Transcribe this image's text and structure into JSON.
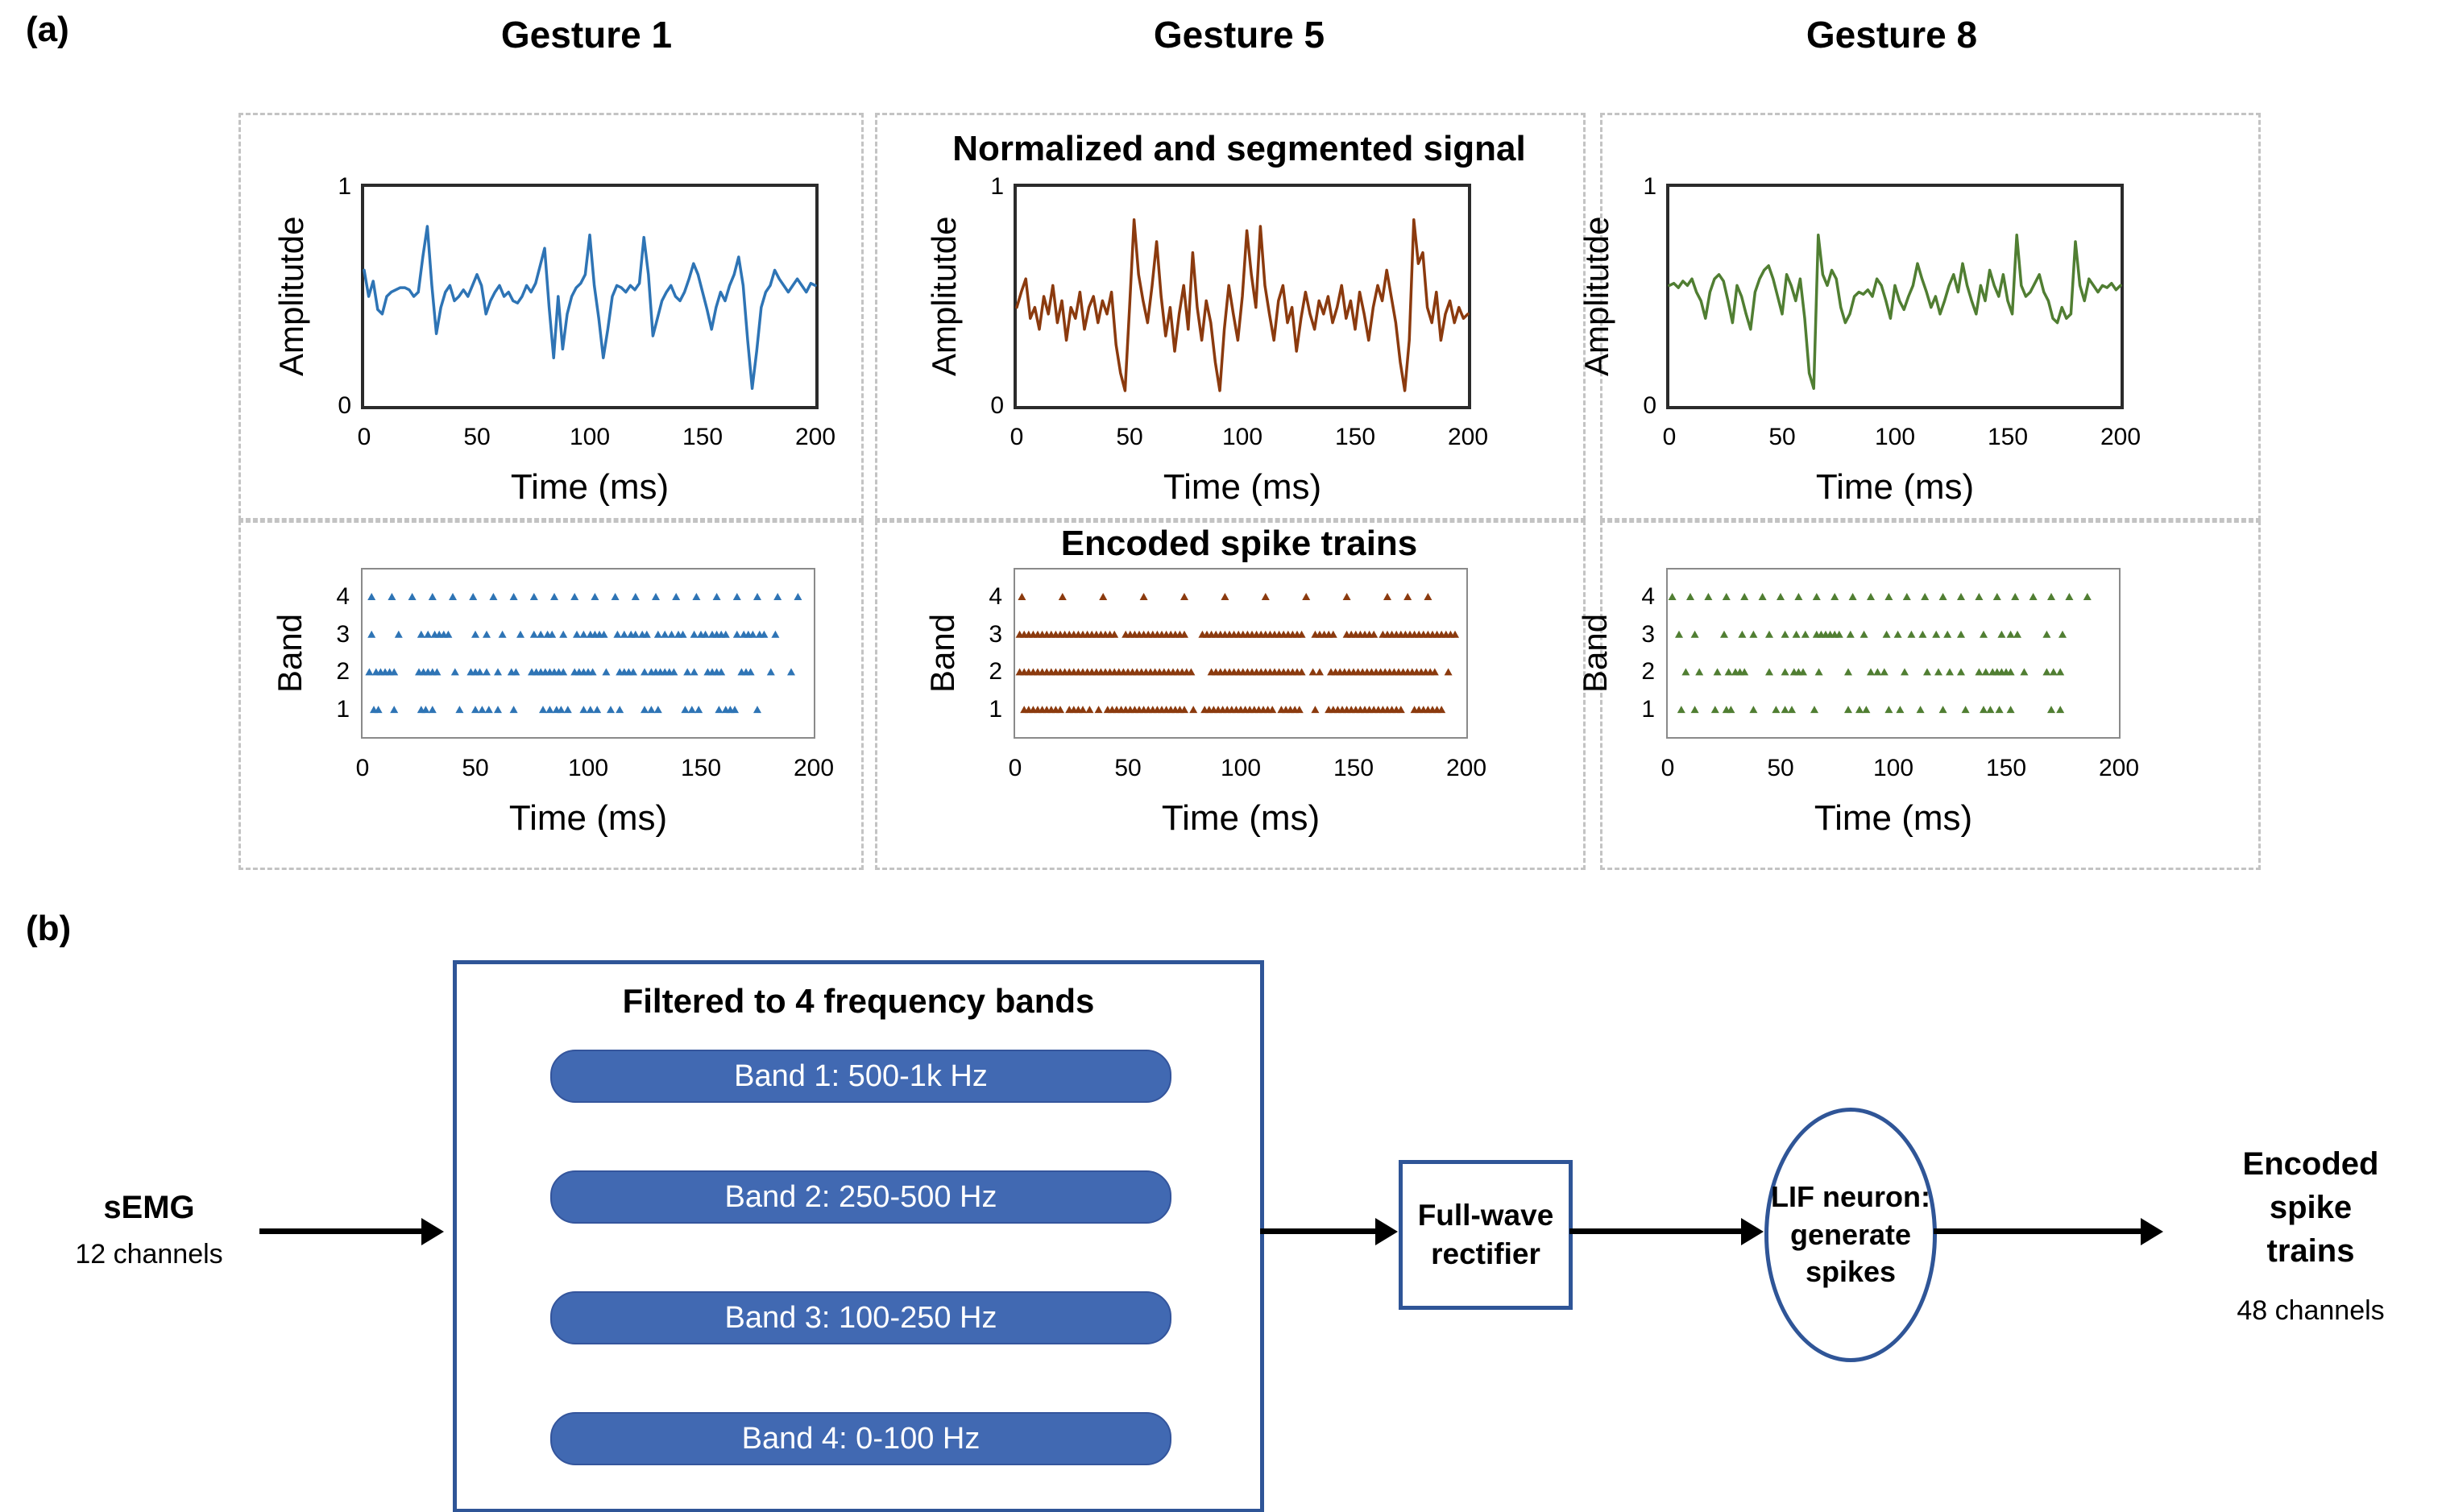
{
  "panel_a": {
    "label": "(a)",
    "column_titles": [
      "Gesture 1",
      "Gesture 5",
      "Gesture 8"
    ],
    "signal_heading": "Normalized and segmented signal",
    "spike_heading": "Encoded spike trains"
  },
  "colors": {
    "gesture1": "#2e74b5",
    "gesture5": "#8b3a0e",
    "gesture8": "#507e32",
    "diagram_border": "#2f5597",
    "pill_fill": "#4169b2",
    "pill_text": "#ffffff",
    "dashed_box": "#c3c3c3",
    "arrow": "#000000"
  },
  "chart_data": [
    {
      "id": "gesture1-signal",
      "type": "line",
      "title": "Gesture 1",
      "xlabel": "Time (ms)",
      "ylabel": "Amplitutde",
      "xlim": [
        0,
        200
      ],
      "ylim": [
        0,
        1
      ],
      "xticks": [
        0,
        50,
        100,
        150,
        200
      ],
      "yticks": [
        0,
        1
      ],
      "x_step": 2,
      "color": "#2e74b5",
      "y": [
        0.62,
        0.5,
        0.57,
        0.44,
        0.42,
        0.5,
        0.52,
        0.53,
        0.54,
        0.54,
        0.53,
        0.5,
        0.52,
        0.68,
        0.82,
        0.55,
        0.33,
        0.45,
        0.52,
        0.55,
        0.48,
        0.5,
        0.53,
        0.5,
        0.55,
        0.6,
        0.55,
        0.42,
        0.48,
        0.52,
        0.55,
        0.5,
        0.52,
        0.48,
        0.47,
        0.5,
        0.55,
        0.52,
        0.56,
        0.64,
        0.72,
        0.45,
        0.22,
        0.5,
        0.26,
        0.42,
        0.5,
        0.54,
        0.56,
        0.6,
        0.78,
        0.55,
        0.4,
        0.22,
        0.35,
        0.5,
        0.55,
        0.54,
        0.52,
        0.55,
        0.53,
        0.56,
        0.77,
        0.6,
        0.32,
        0.4,
        0.48,
        0.52,
        0.55,
        0.5,
        0.48,
        0.52,
        0.58,
        0.65,
        0.6,
        0.52,
        0.44,
        0.35,
        0.45,
        0.52,
        0.48,
        0.55,
        0.6,
        0.68,
        0.55,
        0.3,
        0.08,
        0.25,
        0.45,
        0.52,
        0.55,
        0.62,
        0.58,
        0.55,
        0.52,
        0.55,
        0.58,
        0.55,
        0.52,
        0.56,
        0.55
      ]
    },
    {
      "id": "gesture5-signal",
      "type": "line",
      "title": "Gesture 5",
      "xlabel": "Time (ms)",
      "ylabel": "Amplitutde",
      "xlim": [
        0,
        200
      ],
      "ylim": [
        0,
        1
      ],
      "xticks": [
        0,
        50,
        100,
        150,
        200
      ],
      "yticks": [
        0,
        1
      ],
      "x_step": 2,
      "color": "#8b3a0e",
      "y": [
        0.45,
        0.52,
        0.58,
        0.4,
        0.45,
        0.35,
        0.5,
        0.42,
        0.55,
        0.38,
        0.48,
        0.3,
        0.45,
        0.4,
        0.52,
        0.35,
        0.45,
        0.5,
        0.38,
        0.48,
        0.42,
        0.52,
        0.28,
        0.15,
        0.07,
        0.45,
        0.85,
        0.6,
        0.48,
        0.38,
        0.55,
        0.75,
        0.5,
        0.32,
        0.45,
        0.25,
        0.42,
        0.55,
        0.35,
        0.7,
        0.45,
        0.3,
        0.48,
        0.38,
        0.2,
        0.07,
        0.35,
        0.55,
        0.42,
        0.3,
        0.5,
        0.8,
        0.6,
        0.45,
        0.82,
        0.55,
        0.42,
        0.3,
        0.48,
        0.55,
        0.38,
        0.45,
        0.25,
        0.4,
        0.52,
        0.42,
        0.35,
        0.48,
        0.42,
        0.5,
        0.38,
        0.45,
        0.55,
        0.4,
        0.48,
        0.35,
        0.52,
        0.42,
        0.3,
        0.45,
        0.55,
        0.48,
        0.62,
        0.5,
        0.38,
        0.2,
        0.07,
        0.3,
        0.85,
        0.65,
        0.7,
        0.45,
        0.38,
        0.52,
        0.3,
        0.42,
        0.48,
        0.38,
        0.45,
        0.4,
        0.42
      ]
    },
    {
      "id": "gesture8-signal",
      "type": "line",
      "title": "Gesture 8",
      "xlabel": "Time (ms)",
      "ylabel": "Amplitutde",
      "xlim": [
        0,
        200
      ],
      "ylim": [
        0,
        1
      ],
      "xticks": [
        0,
        50,
        100,
        150,
        200
      ],
      "yticks": [
        0,
        1
      ],
      "x_step": 2,
      "color": "#507e32",
      "y": [
        0.55,
        0.56,
        0.54,
        0.57,
        0.55,
        0.58,
        0.52,
        0.48,
        0.4,
        0.52,
        0.58,
        0.6,
        0.57,
        0.48,
        0.38,
        0.55,
        0.5,
        0.42,
        0.35,
        0.52,
        0.58,
        0.62,
        0.64,
        0.58,
        0.5,
        0.42,
        0.6,
        0.55,
        0.48,
        0.58,
        0.4,
        0.15,
        0.08,
        0.78,
        0.6,
        0.55,
        0.62,
        0.58,
        0.45,
        0.38,
        0.42,
        0.5,
        0.52,
        0.51,
        0.53,
        0.5,
        0.58,
        0.55,
        0.48,
        0.4,
        0.55,
        0.48,
        0.44,
        0.5,
        0.55,
        0.65,
        0.58,
        0.52,
        0.45,
        0.5,
        0.42,
        0.48,
        0.55,
        0.6,
        0.52,
        0.65,
        0.55,
        0.48,
        0.42,
        0.55,
        0.48,
        0.62,
        0.55,
        0.5,
        0.6,
        0.48,
        0.42,
        0.78,
        0.55,
        0.5,
        0.52,
        0.56,
        0.6,
        0.52,
        0.48,
        0.4,
        0.38,
        0.45,
        0.4,
        0.42,
        0.75,
        0.55,
        0.48,
        0.58,
        0.55,
        0.52,
        0.55,
        0.54,
        0.56,
        0.53,
        0.55
      ]
    },
    {
      "id": "gesture1-spikes",
      "type": "raster",
      "title": "Gesture 1",
      "xlabel": "Time (ms)",
      "ylabel": "Band",
      "xlim": [
        0,
        200
      ],
      "xticks": [
        0,
        50,
        100,
        150,
        200
      ],
      "yticks": [
        1,
        2,
        3,
        4
      ],
      "color": "#2e74b5",
      "series": [
        {
          "band": 4,
          "times": [
            4,
            13,
            22,
            31,
            40,
            49,
            58,
            67,
            76,
            85,
            94,
            103,
            112,
            121,
            130,
            139,
            148,
            157,
            166,
            175,
            184,
            193
          ]
        },
        {
          "band": 3,
          "times": [
            4,
            16,
            26,
            29,
            32,
            34,
            36,
            38,
            50,
            55,
            62,
            70,
            76,
            79,
            82,
            84,
            89,
            95,
            98,
            101,
            103,
            105,
            107,
            113,
            116,
            119,
            121,
            124,
            126,
            131,
            134,
            137,
            140,
            142,
            147,
            150,
            152,
            155,
            157,
            159,
            161,
            166,
            169,
            171,
            173,
            176,
            178,
            183
          ]
        },
        {
          "band": 2,
          "times": [
            3,
            6,
            8,
            10,
            12,
            14,
            25,
            27,
            29,
            31,
            33,
            41,
            48,
            50,
            52,
            55,
            60,
            66,
            68,
            75,
            77,
            79,
            81,
            83,
            85,
            87,
            89,
            94,
            96,
            98,
            100,
            102,
            108,
            114,
            116,
            118,
            120,
            125,
            128,
            130,
            132,
            134,
            136,
            138,
            144,
            147,
            153,
            155,
            157,
            159,
            168,
            170,
            172,
            181,
            190
          ]
        },
        {
          "band": 1,
          "times": [
            5,
            7,
            14,
            26,
            28,
            31,
            43,
            50,
            53,
            56,
            60,
            67,
            80,
            83,
            86,
            88,
            91,
            98,
            101,
            104,
            110,
            114,
            125,
            128,
            131,
            143,
            146,
            149,
            158,
            161,
            163,
            165,
            175
          ]
        }
      ]
    },
    {
      "id": "gesture5-spikes",
      "type": "raster",
      "title": "Gesture 5",
      "xlabel": "Time (ms)",
      "ylabel": "Band",
      "xlim": [
        0,
        200
      ],
      "xticks": [
        0,
        50,
        100,
        150,
        200
      ],
      "yticks": [
        1,
        2,
        3,
        4
      ],
      "color": "#8b3a0e",
      "series": [
        {
          "band": 4,
          "times": [
            3,
            21,
            39,
            57,
            75,
            93,
            111,
            129,
            147,
            165,
            174,
            183
          ]
        },
        {
          "band": 3,
          "times": [
            2,
            4,
            6,
            8,
            10,
            12,
            14,
            16,
            18,
            20,
            22,
            24,
            26,
            28,
            30,
            32,
            34,
            36,
            38,
            40,
            42,
            44,
            49,
            51,
            53,
            55,
            57,
            59,
            61,
            63,
            65,
            67,
            69,
            71,
            73,
            75,
            83,
            85,
            87,
            89,
            91,
            93,
            95,
            97,
            99,
            101,
            103,
            105,
            107,
            109,
            111,
            113,
            115,
            117,
            119,
            121,
            123,
            125,
            127,
            133,
            135,
            137,
            139,
            141,
            147,
            149,
            151,
            153,
            155,
            157,
            159,
            163,
            165,
            167,
            169,
            171,
            173,
            175,
            177,
            179,
            181,
            183,
            185,
            187,
            189,
            191,
            193,
            195
          ]
        },
        {
          "band": 2,
          "times": [
            2,
            4,
            6,
            8,
            10,
            12,
            14,
            16,
            18,
            20,
            22,
            24,
            26,
            28,
            30,
            32,
            34,
            36,
            38,
            40,
            42,
            44,
            46,
            48,
            50,
            52,
            54,
            56,
            58,
            60,
            62,
            64,
            66,
            68,
            70,
            72,
            74,
            76,
            78,
            87,
            89,
            91,
            93,
            95,
            97,
            99,
            101,
            103,
            105,
            107,
            109,
            111,
            113,
            115,
            117,
            119,
            121,
            123,
            125,
            127,
            132,
            135,
            140,
            142,
            144,
            146,
            148,
            150,
            152,
            154,
            156,
            158,
            160,
            162,
            164,
            166,
            168,
            170,
            172,
            174,
            176,
            178,
            180,
            182,
            184,
            186,
            192
          ]
        },
        {
          "band": 1,
          "times": [
            4,
            6,
            8,
            10,
            12,
            14,
            16,
            18,
            20,
            24,
            26,
            28,
            30,
            33,
            37,
            41,
            43,
            45,
            47,
            49,
            51,
            53,
            55,
            57,
            59,
            61,
            63,
            65,
            67,
            69,
            71,
            73,
            75,
            79,
            84,
            86,
            88,
            90,
            92,
            94,
            96,
            98,
            100,
            102,
            104,
            106,
            108,
            110,
            112,
            114,
            118,
            120,
            122,
            124,
            126,
            133,
            139,
            141,
            143,
            145,
            147,
            149,
            151,
            153,
            155,
            157,
            159,
            161,
            163,
            165,
            167,
            169,
            171,
            177,
            179,
            181,
            183,
            185,
            187,
            189
          ]
        }
      ]
    },
    {
      "id": "gesture8-spikes",
      "type": "raster",
      "title": "Gesture 8",
      "xlabel": "Time (ms)",
      "ylabel": "Band",
      "xlim": [
        0,
        200
      ],
      "xticks": [
        0,
        50,
        100,
        150,
        200
      ],
      "yticks": [
        1,
        2,
        3,
        4
      ],
      "color": "#507e32",
      "series": [
        {
          "band": 4,
          "times": [
            2,
            10,
            18,
            26,
            34,
            42,
            50,
            58,
            66,
            74,
            82,
            90,
            98,
            106,
            114,
            122,
            130,
            138,
            146,
            154,
            162,
            170,
            178,
            186
          ]
        },
        {
          "band": 3,
          "times": [
            5,
            12,
            25,
            33,
            38,
            45,
            52,
            57,
            61,
            66,
            68,
            70,
            72,
            74,
            76,
            81,
            87,
            97,
            102,
            108,
            113,
            119,
            124,
            130,
            140,
            148,
            152,
            155,
            168,
            175
          ]
        },
        {
          "band": 2,
          "times": [
            8,
            14,
            22,
            27,
            30,
            32,
            34,
            45,
            52,
            56,
            58,
            60,
            67,
            80,
            90,
            93,
            96,
            105,
            115,
            120,
            125,
            130,
            138,
            141,
            144,
            146,
            148,
            150,
            152,
            158,
            168,
            171,
            174
          ]
        },
        {
          "band": 1,
          "times": [
            6,
            12,
            21,
            26,
            28,
            38,
            48,
            52,
            55,
            65,
            80,
            85,
            88,
            98,
            103,
            112,
            122,
            132,
            140,
            143,
            147,
            152,
            170,
            174
          ]
        }
      ]
    }
  ],
  "panel_b": {
    "label": "(b)",
    "input": {
      "title": "sEMG",
      "subtitle": "12 channels"
    },
    "filter_box": {
      "title": "Filtered to 4 frequency bands",
      "bands": [
        "Band 1: 500-1k Hz",
        "Band 2: 250-500 Hz",
        "Band 3: 100-250 Hz",
        "Band 4: 0-100 Hz"
      ]
    },
    "rectifier": {
      "lines": [
        "Full-wave",
        "rectifier"
      ]
    },
    "lif": {
      "lines": [
        "LIF neuron:",
        "generate",
        "spikes"
      ]
    },
    "output": {
      "lines": [
        "Encoded",
        "spike",
        "trains"
      ],
      "subtitle": "48 channels"
    }
  }
}
